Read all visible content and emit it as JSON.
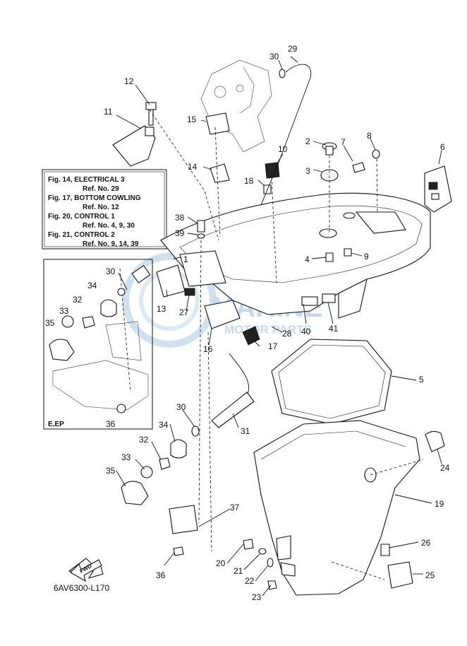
{
  "diagram_code": "6AV6300-L170",
  "variant_label": "E,EP",
  "direction_label": "FWD",
  "watermark": {
    "line1": "MARINE",
    "line2": "MOTOR PARTS",
    "color": "#b9d5ea"
  },
  "reference_box": [
    {
      "figure": "Fig. 14, ELECTRICAL 3",
      "ref": "Ref. No. 29"
    },
    {
      "figure": "Fig. 17, BOTTOM COWLING",
      "ref": "Ref. No. 12"
    },
    {
      "figure": "Fig. 20, CONTROL 1",
      "ref": "Ref. No. 4, 9, 30"
    },
    {
      "figure": "Fig. 21, CONTROL 2",
      "ref": "Ref. No. 9, 14, 39"
    }
  ],
  "callouts": [
    "1",
    "2",
    "3",
    "4",
    "5",
    "6",
    "7",
    "8",
    "9",
    "10",
    "11",
    "12",
    "13",
    "14",
    "15",
    "16",
    "17",
    "18",
    "19",
    "20",
    "21",
    "22",
    "23",
    "24",
    "25",
    "26",
    "27",
    "28",
    "29",
    "30",
    "31",
    "32",
    "33",
    "34",
    "35",
    "36",
    "37",
    "38",
    "39",
    "40",
    "41"
  ],
  "inset_callouts": [
    "30",
    "32",
    "33",
    "34",
    "35",
    "36"
  ]
}
